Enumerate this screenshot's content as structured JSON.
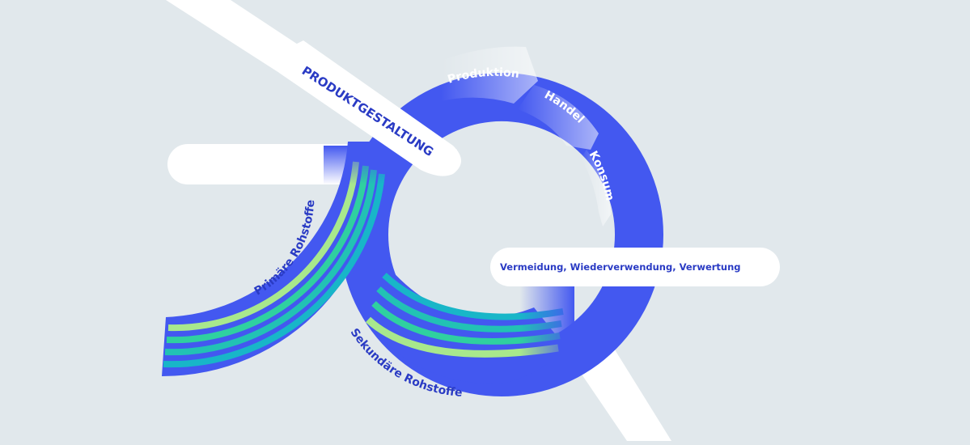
{
  "diagram": {
    "colors": {
      "background": "#e1e8ec",
      "ring": "#4358f0",
      "label_dark": "#2a3bc4",
      "label_light": "#ffffff",
      "band": "#ffffff",
      "stripe_light_green": "#a8e88c",
      "stripe_green": "#2fd0a0",
      "stripe_teal": "#18b6c8"
    },
    "bands": {
      "top_bar": "PRODUKTGESTALTUNG",
      "right_bar": "Vermeidung, Wiederverwendung, Verwertung"
    },
    "cycle_stages": [
      "Produktion",
      "Handel",
      "Konsum"
    ],
    "inputs": {
      "primary": "Primäre Rohstoffe",
      "secondary": "Sekundäre Rohstoffe"
    }
  }
}
